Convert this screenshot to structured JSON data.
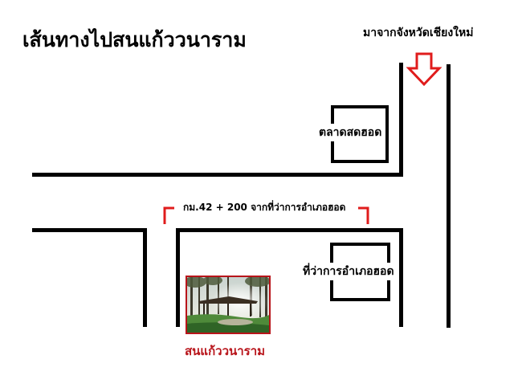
{
  "map": {
    "title": "เส้นทางไปสนแก้ววนาราม",
    "origin_direction": "มาจากจังหวัดเชียงใหม่",
    "landmarks": {
      "market": "ตลาดสดฮอด",
      "district_office": "ที่ว่าการอำเภอฮอด"
    },
    "distance_note": "กม.42 + 200 จากที่ว่าการอำเภอฮอด",
    "destination": "สนแก้ววนาราม"
  },
  "colors": {
    "road": "#000000",
    "accent_red": "#b8141a",
    "arrow_red": "#e01c1c",
    "destination_text": "#b8141a"
  },
  "icons": {
    "direction_arrow": "down-arrow-icon",
    "destination_photo": "temple-photo"
  }
}
